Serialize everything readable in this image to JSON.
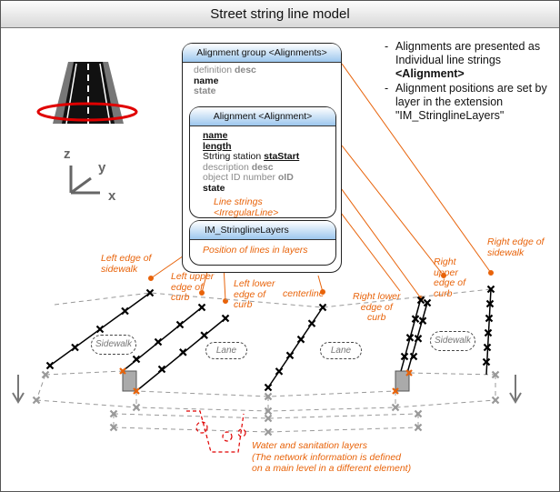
{
  "title": "Street string line model",
  "group_box": {
    "header": "Alignment group <Alignments>",
    "definition_label": "definition",
    "definition_value": "desc",
    "name": "name",
    "state": "state"
  },
  "alignment_box": {
    "header": "Alignment <Alignment>",
    "name": "name",
    "length": "length",
    "station_label": "Strting station",
    "station_value": "staStart",
    "description_label": "description",
    "description_value": "desc",
    "object_id_label": "object ID number",
    "object_id_value": "oID",
    "state": "state",
    "line_strings": "Line strings <IrregularLine>"
  },
  "layers_box": {
    "header": "IM_StringlineLayers",
    "position_text": "Position of lines in layers"
  },
  "notes": [
    "Alignments are presented as Individual line strings",
    "<Alignment>",
    "Alignment positions are set by layer in the extension",
    "\"IM_StringlineLayers\""
  ],
  "axis_labels": {
    "z": "z",
    "y": "y",
    "x": "x"
  },
  "labels": {
    "left_edge_sidewalk": [
      "Left edge of",
      "sidewalk"
    ],
    "left_upper_curb": [
      "Left upper",
      "edge of",
      "curb"
    ],
    "left_lower_curb": [
      "Left lower",
      "edge of",
      "curb"
    ],
    "centerline": "centerline",
    "right_lower_curb": [
      "Right lower",
      "edge of",
      "curb"
    ],
    "right_upper_curb": [
      "Right",
      "upper",
      "edge of",
      "curb"
    ],
    "right_edge_sidewalk": [
      "Right edge of",
      "sidewalk"
    ]
  },
  "surfaces": {
    "sidewalk_left": "Sidewalk",
    "lane_left": "Lane",
    "lane_right": "Lane",
    "sidewalk_right": "Sidewalk"
  },
  "water_note": [
    "Water and sanitation layers",
    "(The network information is defined",
    "on a main level in a different element)"
  ],
  "colors": {
    "accent": "#e8630a",
    "header_blue": "#9dc7ee",
    "red": "#e00000"
  }
}
